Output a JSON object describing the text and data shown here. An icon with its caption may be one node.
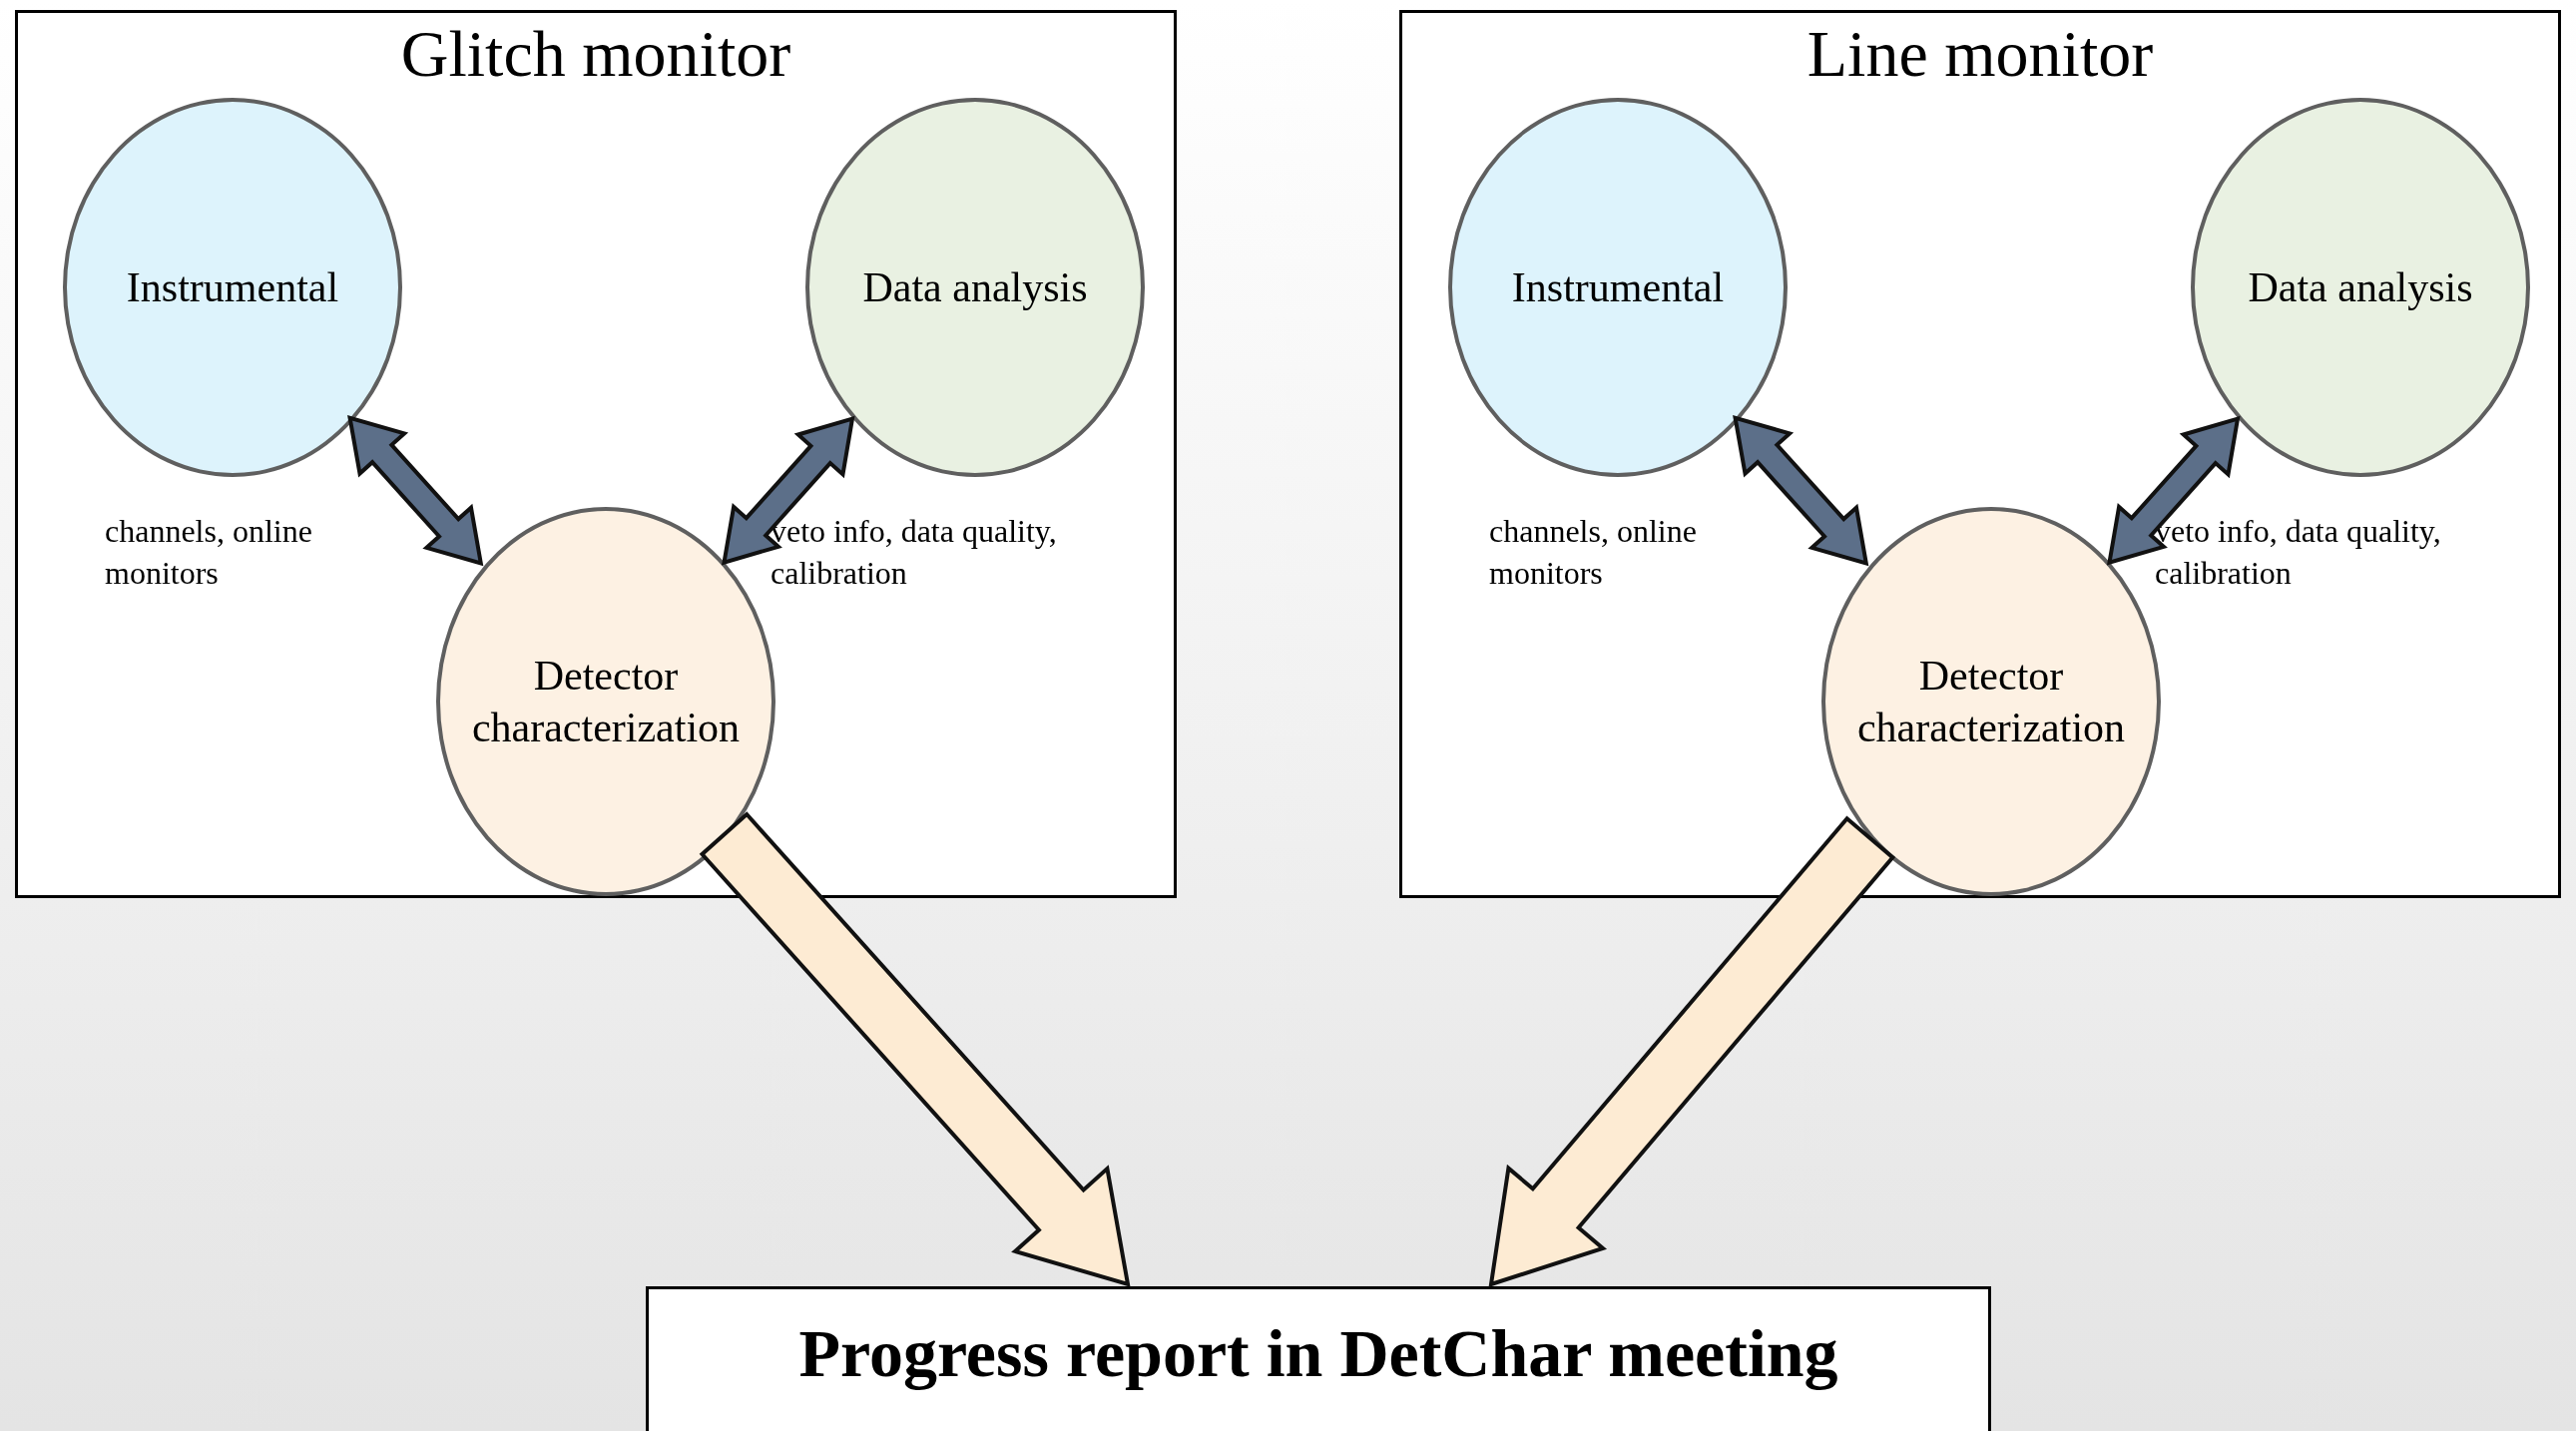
{
  "diagram": {
    "nodes": [
      {
        "text": [
          "Glitch monitor"
        ]
      },
      {
        "text": [
          "Instrumental"
        ],
        "in": 0
      },
      {
        "text": [
          "Data analysis"
        ],
        "in": 0
      },
      {
        "text": [
          "Detector characterization"
        ],
        "in": 0
      },
      {
        "text": [
          "Line monitor"
        ]
      },
      {
        "text": [
          "Instrumental"
        ],
        "in": 4
      },
      {
        "text": [
          "Data analysis"
        ],
        "in": 4
      },
      {
        "text": [
          "Detector characterization"
        ],
        "in": 4
      },
      {
        "text": [
          "Progress report in DetChar meeting"
        ]
      }
    ],
    "edges": [
      {
        "from": 1,
        "to": 3,
        "arrow": "both",
        "style": "thick"
      },
      {
        "from": 2,
        "to": 3,
        "arrow": "both",
        "style": "thick"
      },
      {
        "from": 5,
        "to": 7,
        "arrow": "both",
        "style": "thick"
      },
      {
        "from": 6,
        "to": 7,
        "arrow": "both",
        "style": "thick"
      },
      {
        "from": 3,
        "to": 8,
        "arrow": "to",
        "style": "thick",
        "color": "#fdebd3"
      },
      {
        "from": 7,
        "to": 8,
        "arrow": "to",
        "style": "thick",
        "color": "#fdebd3"
      }
    ],
    "labels": [
      "channels, online monitors",
      "veto info, data quality, calibration",
      "channels, online monitors",
      "veto info, data quality, calibration"
    ]
  }
}
